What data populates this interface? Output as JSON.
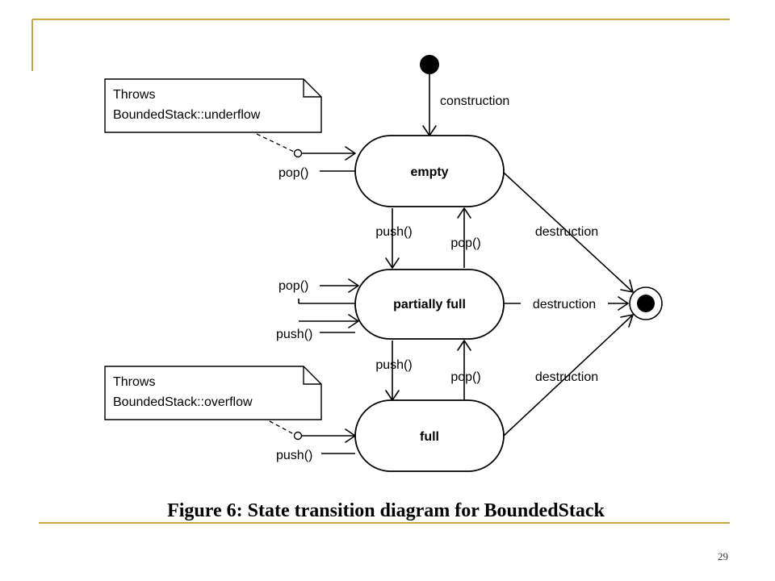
{
  "diagram": {
    "caption": "Figure 6: State transition diagram for BoundedStack",
    "page_number": "29",
    "colors": {
      "rule": "#c8a838",
      "ink": "#000000"
    },
    "states": {
      "empty": "empty",
      "partially_full": "partially full",
      "full": "full"
    },
    "notes": {
      "underflow": {
        "line1": "Throws",
        "line2": "BoundedStack::underflow"
      },
      "overflow": {
        "line1": "Throws",
        "line2": "BoundedStack::overflow"
      }
    },
    "transitions": {
      "construction": "construction",
      "destruction": "destruction",
      "push": "push()",
      "pop": "pop()"
    }
  }
}
